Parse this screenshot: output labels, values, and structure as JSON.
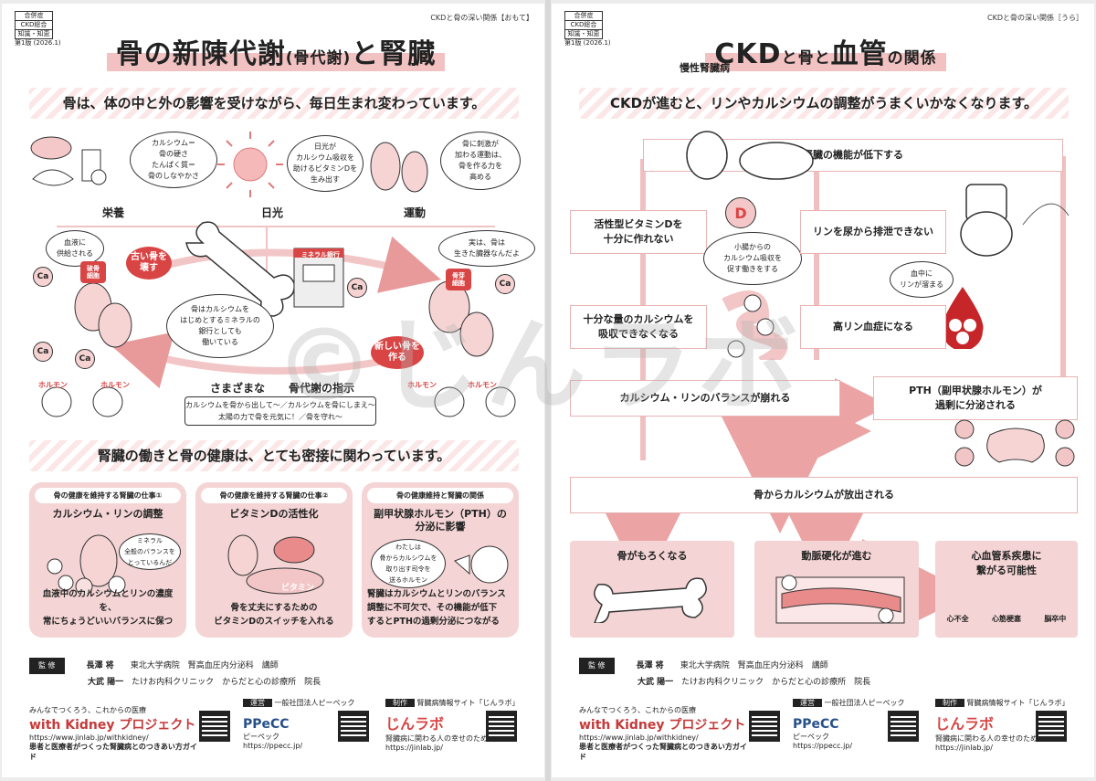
{
  "left": {
    "tag": [
      "合併症",
      "CKD総合",
      "知識・知恵"
    ],
    "edition": "第1版 (2026.1)",
    "corner": "CKDと骨の深い関係【おもて】",
    "title_main": "骨の新陳代謝",
    "title_paren": "(骨代謝)",
    "title_end": "と腎臓",
    "band1": "骨は、体の中と外の影響を受けながら、毎日生まれ変わっています。",
    "bubble_nutrition": "カルシウム＝\n骨の硬さ\nたんぱく質＝\n骨のしなやかさ",
    "bubble_sun": "日光が\nカルシウム吸収を\n助けるビタミンDを\n生み出す",
    "bubble_exercise": "骨に刺激が\n加わる運動は、\n骨を作る力を\n高める",
    "label_nutrition": "栄養",
    "label_sun": "日光",
    "label_exercise": "運動",
    "bubble_blood": "血液に\n供給される",
    "badge_break": "古い骨を\n壊す",
    "helmet_break": "破骨\n細胞",
    "bank_sign": "ミネラル銀行",
    "helmet_make": "骨芽\n細胞",
    "bubble_organ": "実は、骨は\n生きた臓器なんだよ",
    "bubble_bank": "骨はカルシウムを\nはじめとするミネラルの\n銀行としても\n働いている",
    "badge_make": "新しい骨を\n作る",
    "hormone": "ホルモン",
    "label_various": "さまざまな",
    "label_command": "骨代謝の指示",
    "command_text": "カルシウムを骨から出して〜／カルシウムを骨にしまえ〜\n太陽の力で骨を元気に！／骨を守れ〜",
    "band2": "腎臓の働きと骨の健康は、とても密接に関わっています。",
    "cards": [
      {
        "hd": "骨の健康を維持する腎臓の仕事①",
        "ttl": "カルシウム・リンの調整",
        "speech": "ミネラル\n全般のバランスを\nとっているんだ",
        "txt": "血液中のカルシウムとリンの濃度を、\n常にちょうどいいバランスに保つ"
      },
      {
        "hd": "骨の健康を維持する腎臓の仕事②",
        "ttl": "ビタミンDの活性化",
        "can": "ビタミン",
        "txt": "骨を丈夫にするための\nビタミンDのスイッチを入れる"
      },
      {
        "hd": "骨の健康維持と腎臓の関係",
        "ttl": "副甲状腺ホルモン（PTH）の\n分泌に影響",
        "speech": "わたしは\n骨からカルシウムを\n取り出す司令を\n送るホルモン",
        "txt": "腎臓はカルシウムとリンのバランス\n調整に不可欠で、その機能が低下\nするとPTHの過剰分泌につながる"
      }
    ],
    "supervisor_tag": "監 修",
    "supervisors": [
      {
        "name": "長澤 将",
        "aff": "東北大学病院　腎高血圧内分泌科　講師"
      },
      {
        "name": "大武 陽一",
        "aff": "たけお内科クリニック　からだと心の診療所　院長"
      }
    ]
  },
  "right": {
    "tag": [
      "合併症",
      "CKD総合",
      "知識・知恵"
    ],
    "edition": "第1版 (2026.1)",
    "corner": "CKDと骨の深い関係［うら］",
    "title_ckd": "CKD",
    "title_a": "と骨と",
    "title_b": "血管",
    "title_c": "の関係",
    "title_ruby": "慢性腎臓病",
    "band1": "CKDが進むと、リンやカルシウムの調整がうまくいかなくなります。",
    "kidney_down": "腎臓の機能が低下する",
    "vitd": "活性型ビタミンDを\n十分に作れない",
    "vitd_bubble": "小腸からの\nカルシウム吸収を\n促す働きをする",
    "phos_excrete": "リンを尿から排泄できない",
    "phos_bubble": "血中に\nリンが溜まる",
    "calcium_absorb": "十分な量のカルシウムを\n吸収できなくなる",
    "hyperphos": "高リン血症になる",
    "balance": "カルシウム・リンのバランスが崩れる",
    "pth": "PTH（副甲状腺ホルモン）が\n過剰に分泌される",
    "release": "骨からカルシウムが放出される",
    "fragile": "骨がもろくなる",
    "arterio": "動脈硬化が進む",
    "cvd": "心血管系疾患に\n繋がる可能性",
    "cvd_items": [
      "心不全",
      "心筋梗塞",
      "脳卒中"
    ],
    "supervisor_tag": "監 修",
    "supervisors": [
      {
        "name": "長澤 将",
        "aff": "東北大学病院　腎高血圧内分泌科　講師"
      },
      {
        "name": "大武 陽一",
        "aff": "たけお内科クリニック　からだと心の診療所　院長"
      }
    ]
  },
  "footer": {
    "wk_tag": "みんなでつくろう、これからの医療",
    "wk_name": "with Kidney プロジェクト",
    "wk_url": "https://www.jinlab.jp/withkidney/",
    "wk_desc": "患者と医療者がつくった腎臓病とのつきあい方ガイド",
    "op_tag": "運営",
    "op_name": "一般社団法人ピーペック",
    "op_logo": "PPeCC",
    "op_kana": "ピーペック",
    "op_url": "https://ppecc.jp/",
    "pr_tag": "制作",
    "pr_name": "腎臓病情報サイト「じんラボ」",
    "pr_logo": "じんラボ",
    "pr_desc": "腎臓病に関わる人の幸せのために",
    "pr_url": "https://jinlab.jp/"
  },
  "watermark": "©じんラボ",
  "colors": {
    "accent": "#d94545",
    "pink": "#f4d4d4",
    "line": "#e9b3b3"
  }
}
